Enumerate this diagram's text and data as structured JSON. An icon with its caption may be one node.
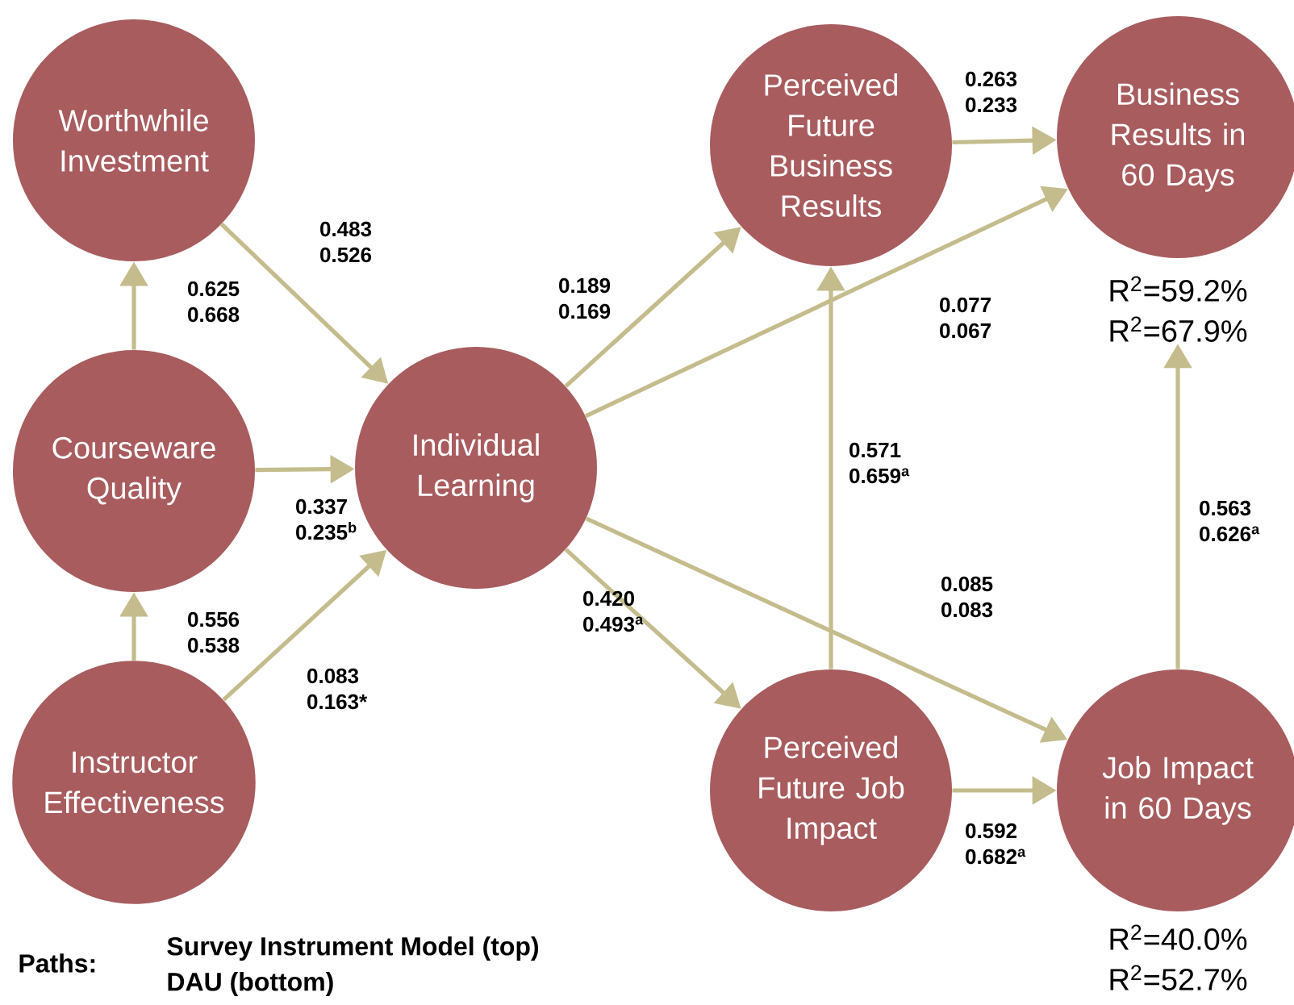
{
  "diagram": {
    "nodes": [
      {
        "text": [
          "Worthwhile Investment"
        ]
      },
      {
        "text": [
          "Courseware Quality"
        ]
      },
      {
        "text": [
          "Instructor Effectiveness"
        ]
      },
      {
        "text": [
          "Individual Learning"
        ]
      },
      {
        "text": [
          "Perceived Future Business Results"
        ]
      },
      {
        "text": [
          "Business Results in 60 Days"
        ],
        "beside": [
          "R$^{2}$=59.2%",
          "R$^{2}$=67.9%"
        ]
      },
      {
        "text": [
          "Perceived Future Job Impact"
        ]
      },
      {
        "text": [
          "Job Impact in 60 Days"
        ],
        "beside": [
          "R$^{2}$=40.0%",
          "R$^{2}$=52.7%"
        ]
      }
    ],
    "edges": [
      {
        "from": 1,
        "to": 0,
        "arrow": "to",
        "label": "0.625 0.668"
      },
      {
        "from": 0,
        "to": 3,
        "arrow": "to",
        "label": "0.483 0.526"
      },
      {
        "from": 1,
        "to": 3,
        "arrow": "to",
        "label": "0.337 0.235$^{b}$"
      },
      {
        "from": 2,
        "to": 1,
        "arrow": "to",
        "label": "0.556 0.538"
      },
      {
        "from": 2,
        "to": 3,
        "arrow": "to",
        "label": "0.083 0.163*"
      },
      {
        "from": 3,
        "to": 4,
        "arrow": "to",
        "label": "0.189 0.169"
      },
      {
        "from": 3,
        "to": 5,
        "arrow": "to",
        "label": "0.077 0.067"
      },
      {
        "from": 3,
        "to": 6,
        "arrow": "to",
        "label": "0.420 0.493$^{a}$"
      },
      {
        "from": 3,
        "to": 7,
        "arrow": "to",
        "label": "0.085 0.083"
      },
      {
        "from": 4,
        "to": 5,
        "arrow": "to",
        "label": "0.263 0.233"
      },
      {
        "from": 6,
        "to": 4,
        "arrow": "to",
        "label": "0.571 0.659$^{a}$"
      },
      {
        "from": 6,
        "to": 7,
        "arrow": "to",
        "label": "0.592 0.682$^{a}$"
      },
      {
        "from": 7,
        "to": 5,
        "arrow": "to",
        "label": "0.563 0.626$^{a}$"
      }
    ],
    "labels": [
      "Paths:",
      "Survey Instrument Model (top)",
      "DAU (bottom)"
    ]
  }
}
